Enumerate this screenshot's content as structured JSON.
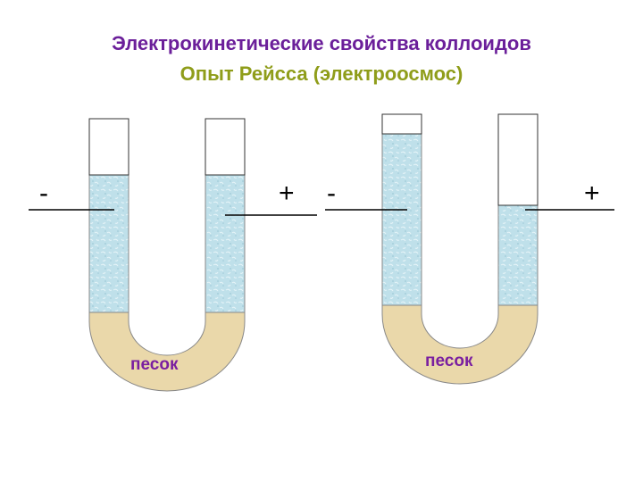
{
  "title": {
    "line1": "Электрокинетические свойства коллоидов",
    "line2": "Опыт Рейсса (электроосмос)"
  },
  "colors": {
    "title_line1": "#6b1f9a",
    "title_line2": "#8f9d1a",
    "water": "#bfe0ea",
    "water_speckle": "#e6f4f8",
    "sand": "#ead8aa",
    "sand_label": "#7a1fa0"
  },
  "diagram_left": {
    "electrode_left_sign": "-",
    "electrode_right_sign": "+",
    "sand_label": "песок",
    "water_level": "equal"
  },
  "diagram_right": {
    "electrode_left_sign": "-",
    "electrode_right_sign": "+",
    "sand_label": "песок",
    "water_level": "raised at negative electrode"
  }
}
